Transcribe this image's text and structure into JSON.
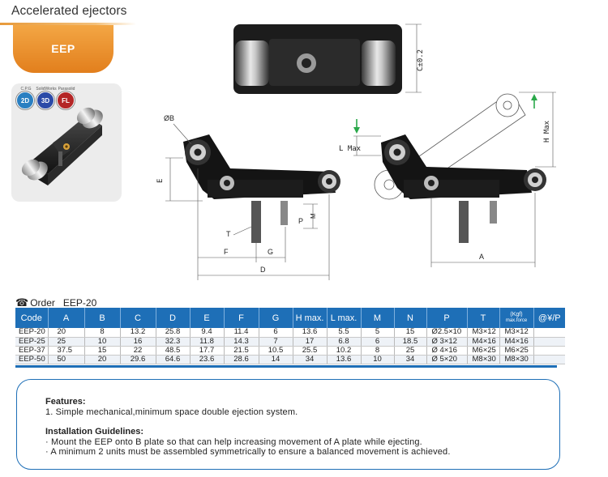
{
  "header": {
    "title": "Accelerated ejectors",
    "code_tab": "EEP"
  },
  "badges": [
    {
      "caption": "C.P.G",
      "label": "2D",
      "color": "#2a7fc1"
    },
    {
      "caption": "SolidWorks",
      "label": "3D",
      "color": "#2b4aa7"
    },
    {
      "caption": "Parasolid",
      "label": "FL",
      "color": "#b42626"
    }
  ],
  "drawing_labels": {
    "c_pm": "C±0.2",
    "phi_b": "ØB",
    "e": "E",
    "t": "T",
    "f": "F",
    "g": "G",
    "d": "D",
    "p": "P",
    "m": "M",
    "l_max": "L Max",
    "h_max": "H Max",
    "a": "A"
  },
  "order": {
    "label": "Order",
    "example": "EEP-20"
  },
  "table": {
    "headers": [
      "Code",
      "A",
      "B",
      "C",
      "D",
      "E",
      "F",
      "G",
      "H max.",
      "L max.",
      "M",
      "N",
      "P",
      "T",
      "",
      "@¥/P"
    ],
    "force_header": {
      "top": "(Kgf)",
      "bottom": "max.force"
    },
    "rows": [
      [
        "EEP-20",
        "20",
        "8",
        "13.2",
        "25.8",
        "9.4",
        "11.4",
        "6",
        "13.6",
        "5.5",
        "5",
        "15",
        "Ø2.5×10",
        "M3×12",
        "M3×12",
        ""
      ],
      [
        "EEP-25",
        "25",
        "10",
        "16",
        "32.3",
        "11.8",
        "14.3",
        "7",
        "17",
        "6.8",
        "6",
        "18.5",
        "Ø  3×12",
        "M4×16",
        "M4×16",
        ""
      ],
      [
        "EEP-37",
        "37.5",
        "15",
        "22",
        "48.5",
        "17.7",
        "21.5",
        "10.5",
        "25.5",
        "10.2",
        "8",
        "25",
        "Ø  4×16",
        "M6×25",
        "M6×25",
        ""
      ],
      [
        "EEP-50",
        "50",
        "20",
        "29.6",
        "64.6",
        "23.6",
        "28.6",
        "14",
        "34",
        "13.6",
        "10",
        "34",
        "Ø  5×20",
        "M8×30",
        "M8×30",
        ""
      ]
    ]
  },
  "features": {
    "heading": "Features:",
    "items": [
      "1. Simple mechanical,minimum space double ejection system."
    ],
    "install_heading": "Installation Guidelines:",
    "install_items": [
      "· Mount the EEP onto B plate so that can help increasing movement of A  plate while ejecting.",
      "· A minimum 2 units must be assembled symmetrically to ensure a balanced movement is achieved."
    ]
  }
}
